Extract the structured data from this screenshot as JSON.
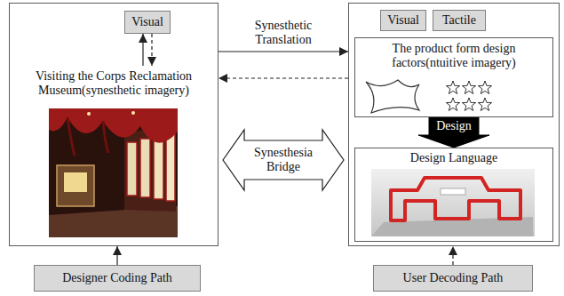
{
  "diagram": {
    "nodes": [
      {
        "text": [
          "Visiting the Corps Reclamation Museum(synesthetic imagery)"
        ]
      },
      {
        "text": [
          "Visual"
        ],
        "in": 0
      },
      {
        "text": []
      },
      {
        "text": [
          "Visual"
        ],
        "in": 2
      },
      {
        "text": [
          "Tactile"
        ],
        "in": 2
      },
      {
        "text": [
          "The product form design factors(ntuitive imagery)"
        ],
        "in": 2
      },
      {
        "text": [
          "Design Language"
        ],
        "in": 2
      },
      {
        "text": [
          "Designer Coding Path"
        ]
      },
      {
        "text": [
          "User Decoding Path"
        ]
      }
    ],
    "edges": [
      {
        "from": 0,
        "to": 1,
        "arrow": "to"
      },
      {
        "from": 1,
        "to": 0,
        "arrow": "to"
      },
      {
        "from": 0,
        "to": 2,
        "label": "Synesthetic Translation",
        "arrow": "to"
      },
      {
        "from": 2,
        "to": 0,
        "arrow": "to"
      },
      {
        "from": 0,
        "to": 2,
        "label": "Synesthesia Bridge",
        "arrow": "both"
      },
      {
        "from": 5,
        "to": 6,
        "label": "Design",
        "arrow": "to"
      },
      {
        "from": 7,
        "to": 0,
        "arrow": "to"
      },
      {
        "from": 8,
        "to": 2,
        "arrow": "to"
      }
    ]
  }
}
